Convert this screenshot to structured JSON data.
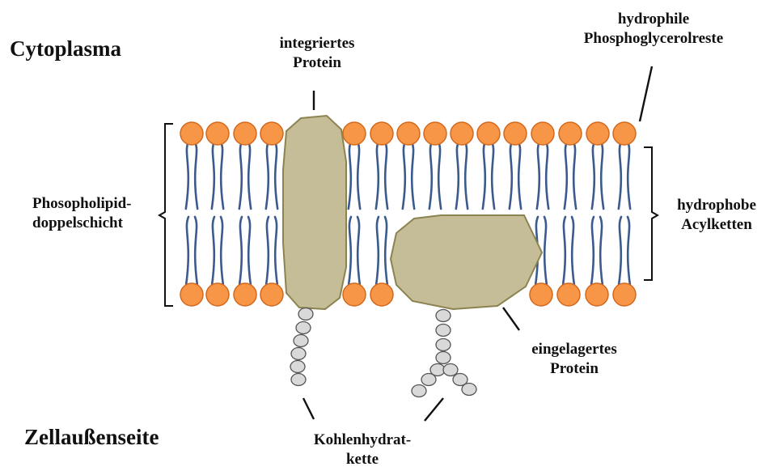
{
  "labels": {
    "cytoplasma": "Cytoplasma",
    "zellaussenseite": "Zellaußenseite",
    "integriertes_protein": [
      "integriertes",
      "Protein"
    ],
    "hydrophile": [
      "hydrophile",
      "Phosphoglycerolreste"
    ],
    "doppelschicht": [
      "Phosopholipid-",
      "doppelschicht"
    ],
    "hydrophobe": [
      "hydrophobe",
      "Acylketten"
    ],
    "eingelagertes_protein": [
      "eingelagertes",
      "Protein"
    ],
    "kohlenhydrat": [
      "Kohlenhydrat-",
      "kette"
    ]
  },
  "colors": {
    "head_fill": "#f79646",
    "head_stroke": "#d2691e",
    "tail": "#3b5b8c",
    "protein_fill": "#c4bd97",
    "protein_stroke": "#8c8350",
    "sugar_fill": "#d9d9d9",
    "sugar_stroke": "#555555",
    "bracket": "#111111"
  },
  "icons": {
    "lipid_head": "phospholipid-head-circle",
    "lipid_tail": "acyl-tail-pair",
    "integral_protein": "integral-protein-shape",
    "peripheral_protein": "peripheral-protein-shape",
    "sugar": "sugar-bead-circle"
  }
}
